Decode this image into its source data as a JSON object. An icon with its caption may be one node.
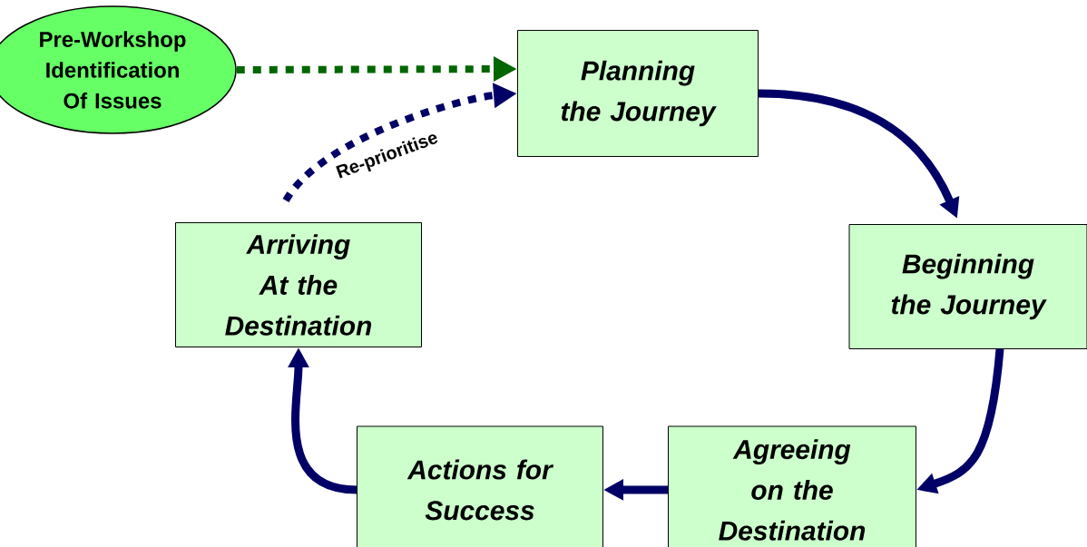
{
  "diagram": {
    "nodes": [
      {
        "text": [
          "Pre-Workshop Identification Of Issues"
        ]
      },
      {
        "text": [
          "Planning the Journey"
        ]
      },
      {
        "text": [
          "Beginning the Journey"
        ]
      },
      {
        "text": [
          "Agreeing on the Destination"
        ]
      },
      {
        "text": [
          "Actions for Success"
        ]
      },
      {
        "text": [
          "Arriving At the Destination"
        ]
      }
    ],
    "edges": [
      {
        "from": 0,
        "to": 1,
        "arrow": "to",
        "style": "dashed",
        "color": "#006600"
      },
      {
        "from": 5,
        "to": 1,
        "arrow": "to",
        "style": "dashed",
        "label": "Re-prioritise"
      },
      {
        "from": 1,
        "to": 2,
        "arrow": "to"
      },
      {
        "from": 2,
        "to": 3,
        "arrow": "to"
      },
      {
        "from": 3,
        "to": 4,
        "arrow": "to"
      },
      {
        "from": 4,
        "to": 5,
        "arrow": "to"
      }
    ]
  }
}
